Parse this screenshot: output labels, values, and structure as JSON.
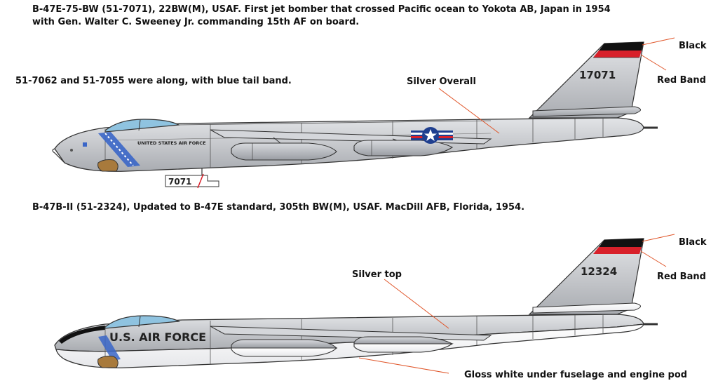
{
  "aircraft1": {
    "caption_line1": "B-47E-75-BW (51-7071), 22BW(M), USAF.  First jet bomber that crossed Pacific ocean to Yokota AB, Japan in 1954",
    "caption_line2": "with Gen. Walter C. Sweeney Jr. commanding 15th AF on board.",
    "note": "51-7062 and 51-7055 were along, with blue tail band.",
    "callout_silver": "Silver Overall",
    "callout_black": "Black",
    "callout_red": "Red Band",
    "tail_number": "17071",
    "nose_marking": "UNITED STATES AIR FORCE",
    "buzz_number": "7071",
    "colors": {
      "body": "#c6c8cc",
      "band": "#d8202a",
      "tip": "#111111",
      "canopy": "#8fc3e0",
      "stripe": "#3a66c8"
    }
  },
  "aircraft2": {
    "caption": "B-47B-II (51-2324), Updated to B-47E standard, 305th BW(M), USAF.  MacDill AFB, Florida, 1954.",
    "callout_silver_top": "Silver top",
    "callout_black": "Black",
    "callout_red": "Red Band",
    "callout_white": "Gloss white under fuselage and engine pod",
    "tail_number": "12324",
    "nose_marking": "U.S. AIR FORCE",
    "colors": {
      "top": "#c6c8cc",
      "under": "#f6f6f6",
      "band": "#d8202a",
      "tip": "#111111",
      "canopy": "#8fc3e0"
    }
  }
}
